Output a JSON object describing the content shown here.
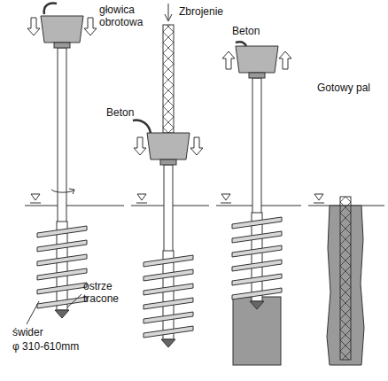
{
  "diagram": {
    "labels": [
      "głowica obrotowa",
      "Zbrojenie",
      "Beton",
      "Beton",
      "ostrze tracone",
      "świder",
      "φ 310-610mm",
      "Gotowy pal"
    ]
  }
}
